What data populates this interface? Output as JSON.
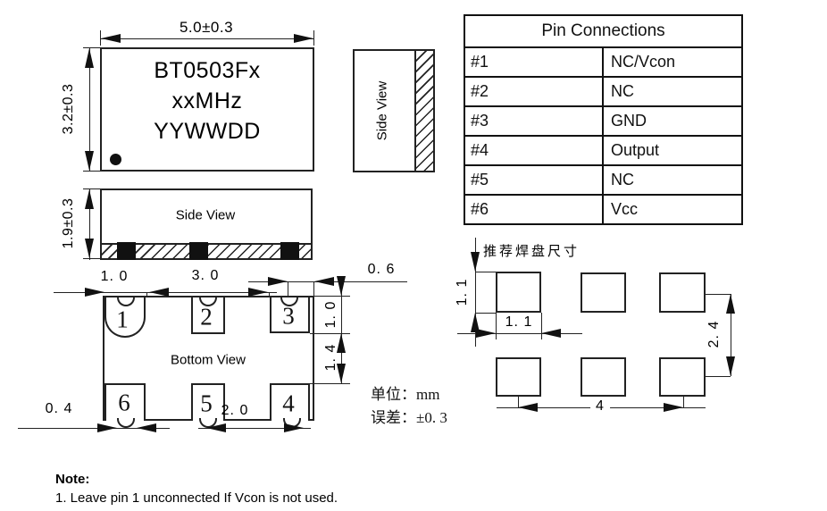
{
  "drawing": {
    "ink": "#1a1a1a",
    "background": "#ffffff"
  },
  "top_view": {
    "marking_line1": "BT0503Fx",
    "marking_line2": "xxMHz",
    "marking_line3": "YYWWDD",
    "width_dim": "5.0±0.3",
    "height_dim": "3.2±0.3"
  },
  "side_view_right": {
    "label": "Side View"
  },
  "side_view_front": {
    "label": "Side View",
    "height_dim": "1.9±0.3"
  },
  "bottom_view": {
    "label": "Bottom View",
    "pins_top": [
      "1",
      "2",
      "3"
    ],
    "pins_bottom": [
      "6",
      "5",
      "4"
    ],
    "dims": {
      "pad_width": "1. 0",
      "pad_spacing": "3. 0",
      "castellation_offset": "0. 6",
      "pad_height": "1. 0",
      "row_gap": "1. 4",
      "castellation_width": "0. 4",
      "bump_pitch": "2. 0"
    }
  },
  "pin_table": {
    "title": "Pin Connections",
    "rows": [
      {
        "pin": "#1",
        "connection": "NC/Vcon"
      },
      {
        "pin": "#2",
        "connection": "NC"
      },
      {
        "pin": "#3",
        "connection": "GND"
      },
      {
        "pin": "#4",
        "connection": "Output"
      },
      {
        "pin": "#5",
        "connection": "NC"
      },
      {
        "pin": "#6",
        "connection": "Vcc"
      }
    ]
  },
  "pad_layout": {
    "title": "推荐焊盘尺寸",
    "dims": {
      "pad_height": "1. 1",
      "pad_width": "1. 1",
      "row_pitch": "2. 4",
      "column_pitch": "4"
    }
  },
  "units": {
    "unit_label": "单位：",
    "unit_value": "mm",
    "tolerance_label": "误差：",
    "tolerance_value": "±0. 3"
  },
  "note": {
    "title": "Note:",
    "item1": "1.  Leave pin 1 unconnected If Vcon is not used."
  }
}
